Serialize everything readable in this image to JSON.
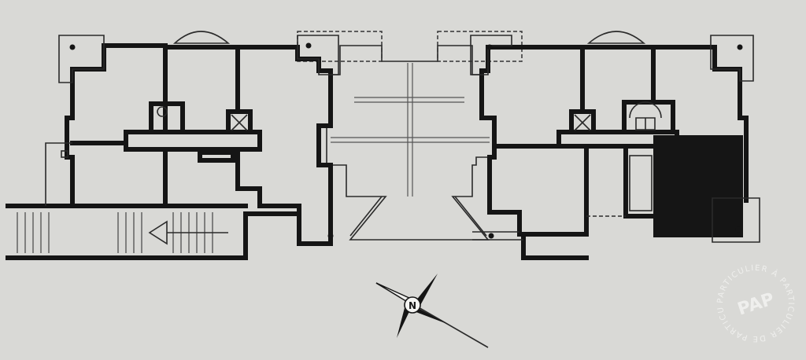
{
  "diagram": {
    "type": "floor-plan",
    "compass": {
      "label": "N"
    },
    "highlighted_unit": {
      "fill": "#111111"
    },
    "stair_direction": "left"
  },
  "watermark": {
    "logo": "PAP",
    "ring_text": "PARTICULIER À PARTICULIER DE PARTICULIER À PARTICULIER"
  },
  "colors": {
    "paper": "#d9d9d6",
    "ink": "#151515",
    "watermark": "#f2f2f0"
  }
}
